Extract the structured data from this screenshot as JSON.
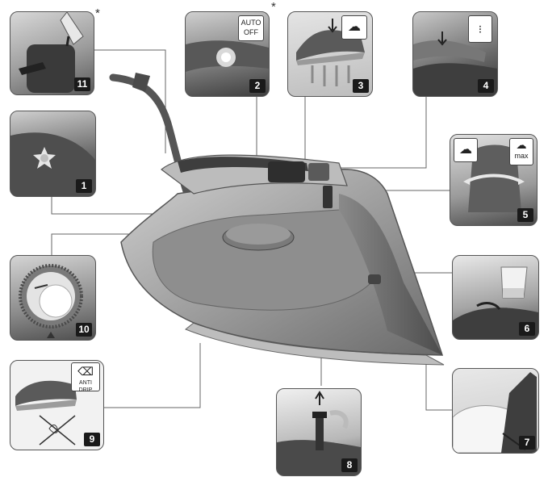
{
  "callouts": {
    "n1": "1",
    "n2": "2",
    "n3": "3",
    "n4": "4",
    "n5": "5",
    "n6": "6",
    "n7": "7",
    "n8": "8",
    "n9": "9",
    "n10": "10",
    "n11": "11"
  },
  "auto_off": {
    "line1": "AUTO",
    "line2": "OFF"
  },
  "anti_drip": "ANTI DRIP",
  "steam_max": "max",
  "asterisk": "*",
  "colors": {
    "panel_dark": "#3c3c3c",
    "panel_light": "#d8d8d8",
    "badge": "#1a1a1a",
    "line": "#555555"
  }
}
